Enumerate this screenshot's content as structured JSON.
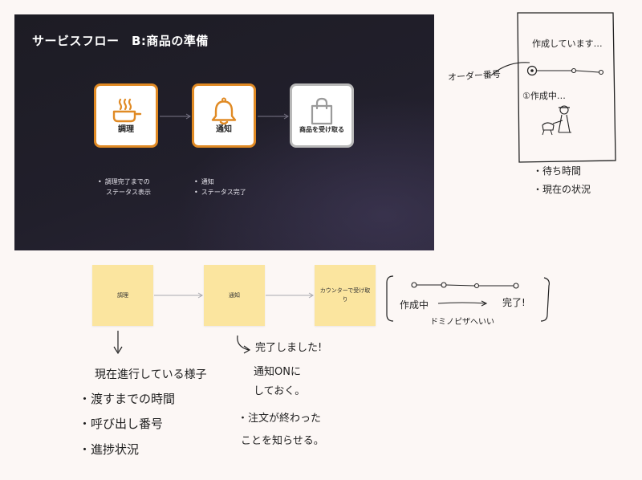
{
  "slide": {
    "title": "サービスフロー　B:商品の準備",
    "steps": [
      {
        "label": "調理",
        "icon": "cooking-pot-icon",
        "state": "active"
      },
      {
        "label": "通知",
        "icon": "bell-icon",
        "state": "active"
      },
      {
        "label": "商品を受け取る",
        "icon": "shopping-bag-icon",
        "state": "inactive"
      }
    ],
    "notes": [
      [
        "調理完了までの",
        "ステータス表示"
      ],
      [
        "通知",
        "ステータス完了"
      ]
    ],
    "colors": {
      "accent": "#e08a24",
      "inactive": "#b9b9b9",
      "background": "#1d1c24"
    }
  },
  "stickies": [
    "調理",
    "通知",
    "カウンターで受け取り"
  ],
  "phone_sketch": {
    "header": "作成しています…",
    "status_line": "①作成中…",
    "callout": "オーダー番号",
    "bullets": [
      "・待ち時間",
      "・現在の状況"
    ]
  },
  "progress_sketch": {
    "left": "作成中",
    "right": "完了!",
    "caption": "ドミノピザへいい"
  },
  "notes_left": {
    "heading": "現在進行している様子",
    "items": [
      "・渡すまでの時間",
      "・呼び出し番号",
      "・進捗状況"
    ]
  },
  "notes_right": {
    "heading": "完了しました!",
    "items": [
      "通知ONに",
      "しておく。",
      "・注文が終わった",
      "ことを知らせる。"
    ]
  }
}
